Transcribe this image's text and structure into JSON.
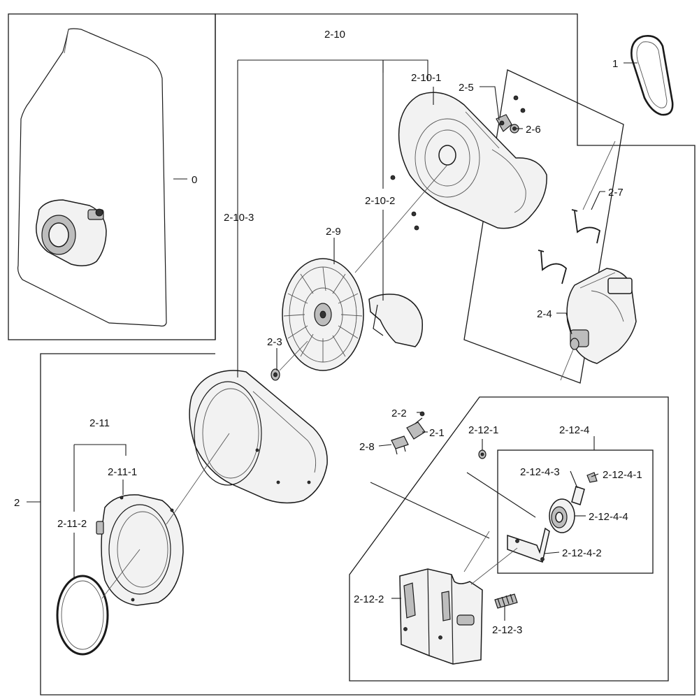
{
  "callouts": {
    "c0": "0",
    "c1": "1",
    "c2": "2",
    "c2_1": "2-1",
    "c2_2": "2-2",
    "c2_3": "2-3",
    "c2_4": "2-4",
    "c2_5": "2-5",
    "c2_6": "2-6",
    "c2_7": "2-7",
    "c2_8": "2-8",
    "c2_9": "2-9",
    "c2_10": "2-10",
    "c2_10_1": "2-10-1",
    "c2_10_2": "2-10-2",
    "c2_10_3": "2-10-3",
    "c2_11": "2-11",
    "c2_11_1": "2-11-1",
    "c2_11_2": "2-11-2",
    "c2_12_1": "2-12-1",
    "c2_12_2": "2-12-2",
    "c2_12_3": "2-12-3",
    "c2_12_4": "2-12-4",
    "c2_12_4_1": "2-12-4-1",
    "c2_12_4_2": "2-12-4-2",
    "c2_12_4_3": "2-12-4-3",
    "c2_12_4_4": "2-12-4-4"
  }
}
